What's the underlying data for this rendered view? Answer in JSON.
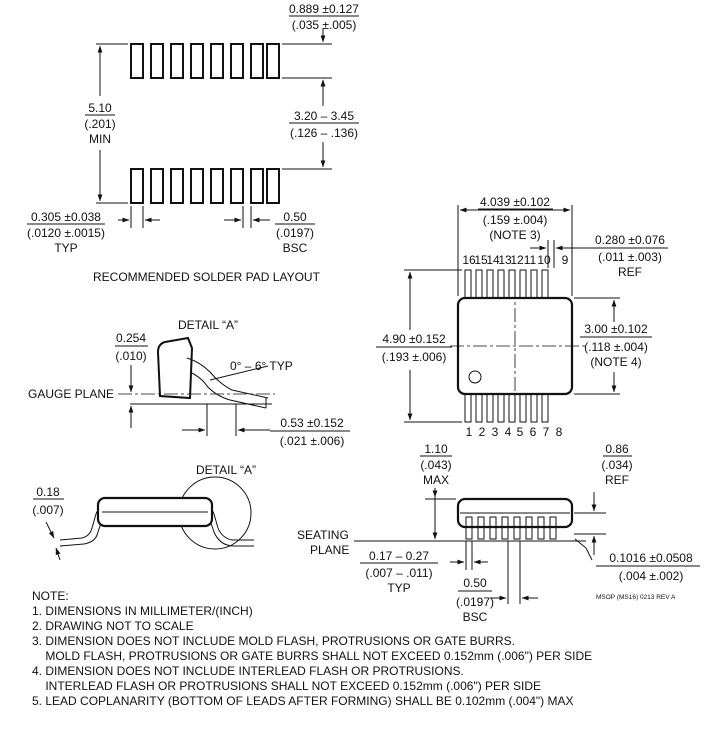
{
  "pad_layout": {
    "pitch_tol_mm": "0.889 ±0.127",
    "pitch_tol_in": "(.035 ±.005)",
    "height_mm": "5.10",
    "height_in": "(.201)",
    "height_tag": "MIN",
    "gap_mm": "3.20 – 3.45",
    "gap_in": "(.126 – .136)",
    "width_mm": "0.305 ±0.038",
    "width_in": "(.0120 ±.0015)",
    "width_tag": "TYP",
    "pitch_mm": "0.50",
    "pitch_in": "(.0197)",
    "pitch_tag": "BSC",
    "caption": "RECOMMENDED SOLDER PAD LAYOUT"
  },
  "top_view": {
    "width_mm": "4.039 ±0.102",
    "width_in": "(.159 ±.004)",
    "width_note": "(NOTE 3)",
    "lead_mm": "0.280 ±0.076",
    "lead_in": "(.011 ±.003)",
    "lead_tag": "REF",
    "length_mm": "4.90 ±0.152",
    "length_in": "(.193 ±.006)",
    "body_mm": "3.00 ±0.102",
    "body_in": "(.118 ±.004)",
    "body_note": "(NOTE 4)",
    "top_pins": [
      "16",
      "15",
      "14",
      "13",
      "12",
      "11",
      "10",
      "9"
    ],
    "bottom_pins": [
      "1",
      "2",
      "3",
      "4",
      "5",
      "6",
      "7",
      "8"
    ]
  },
  "detail_a": {
    "label": "DETAIL “A”",
    "lead_t_mm": "0.254",
    "lead_t_in": "(.010)",
    "angle": "0° – 6° TYP",
    "gauge": "GAUGE PLANE",
    "foot_mm": "0.53 ±0.152",
    "foot_in": "(.021 ±.006)"
  },
  "side_view": {
    "thick_mm": "0.18",
    "thick_in": "(.007)",
    "detail_label": "DETAIL “A”"
  },
  "end_view": {
    "height_mm": "1.10",
    "height_in": "(.043)",
    "height_tag": "MAX",
    "ref_mm": "0.86",
    "ref_in": "(.034)",
    "ref_tag": "REF",
    "seating1": "SEATING",
    "seating2": "PLANE",
    "lead_w_mm": "0.17 – 0.27",
    "lead_w_in": "(.007 – .011)",
    "lead_w_tag": "TYP",
    "pitch_mm": "0.50",
    "pitch_in": "(.0197)",
    "pitch_tag": "BSC",
    "standoff_mm": "0.1016 ±0.0508",
    "standoff_in": "(.004 ±.002)",
    "drawing_id": "MSOP (MS16) 0213 REV A"
  },
  "notes": {
    "title": "NOTE:",
    "n1": "1. DIMENSIONS IN MILLIMETER/(INCH)",
    "n2": "2. DRAWING NOT TO SCALE",
    "n3": "3. DIMENSION DOES NOT INCLUDE MOLD FLASH, PROTRUSIONS OR GATE BURRS.",
    "n3b": "    MOLD FLASH, PROTRUSIONS OR GATE BURRS SHALL NOT EXCEED 0.152mm (.006\") PER SIDE",
    "n4": "4. DIMENSION DOES NOT INCLUDE INTERLEAD FLASH OR PROTRUSIONS.",
    "n4b": "    INTERLEAD FLASH OR PROTRUSIONS SHALL NOT EXCEED 0.152mm (.006\") PER SIDE",
    "n5": "5. LEAD COPLANARITY (BOTTOM OF LEADS AFTER FORMING) SHALL BE 0.102mm (.004\") MAX"
  }
}
